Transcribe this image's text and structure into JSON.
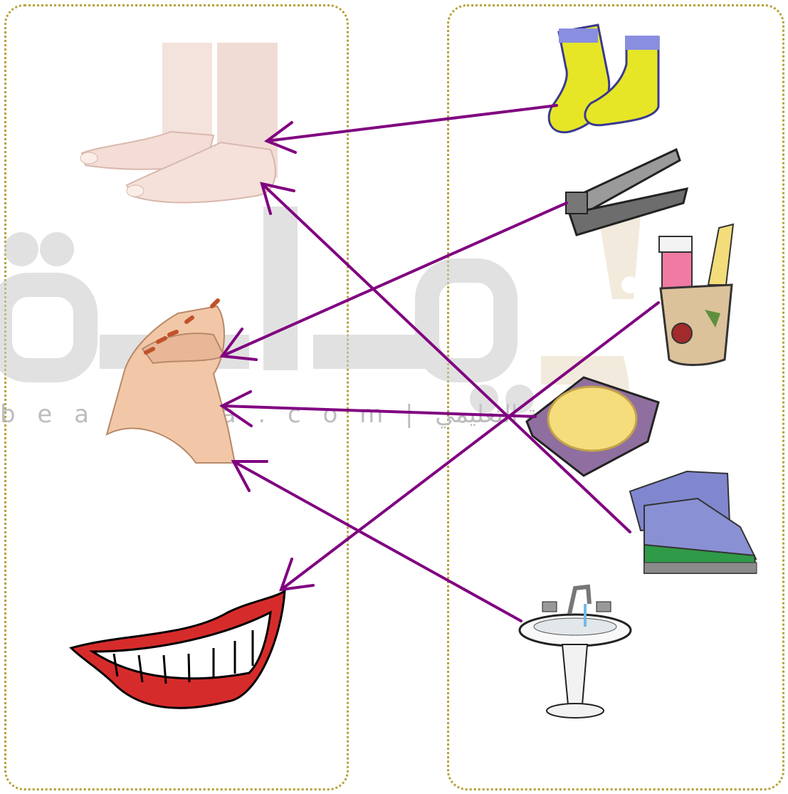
{
  "watermark": {
    "brand_arabic": "بداية",
    "site_text": "b e a d a y a . c o m  |  موقع بداية التعليمي"
  },
  "colors": {
    "panel_border": "#b5a23a",
    "connector": "#800080",
    "watermark": "#c4c4c4",
    "watermark_accent": "#e8d9bf"
  },
  "left_items": [
    {
      "name": "feet"
    },
    {
      "name": "hands"
    },
    {
      "name": "mouth"
    }
  ],
  "right_items": [
    {
      "name": "socks",
      "matches": "feet"
    },
    {
      "name": "nail-clipper",
      "matches": "hands"
    },
    {
      "name": "toothbrush-cup",
      "matches": "mouth"
    },
    {
      "name": "soap",
      "matches": "hands"
    },
    {
      "name": "sneakers",
      "matches": "feet"
    },
    {
      "name": "sink",
      "matches": "hands"
    }
  ]
}
